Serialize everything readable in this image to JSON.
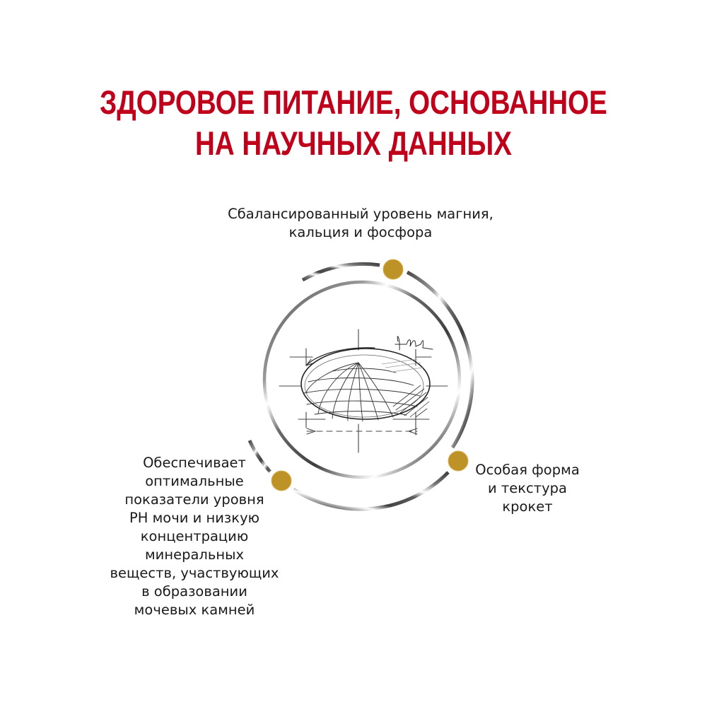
{
  "headline": {
    "lines": [
      "ЗДОРОВОЕ ПИТАНИЕ, ОСНОВАННОЕ",
      "НА НАУЧНЫХ ДАННЫХ"
    ],
    "color": "#c0001a"
  },
  "diagram": {
    "center_illustration": "kibble-sketch-icon",
    "accent_dot_color": "#bd9227",
    "ring_color": "#555555"
  },
  "features": {
    "top": {
      "lines": [
        "Сбалансированный уровень магния,",
        "кальция и фосфора"
      ]
    },
    "right": {
      "lines": [
        "Особая форма",
        "и текстура",
        "крокет"
      ]
    },
    "left": {
      "lines": [
        "Обеспечивает",
        "оптимальные",
        "показатели уровня",
        "PH мочи и низкую",
        "концентрацию",
        "минеральных",
        "веществ, участвующих",
        "в образовании",
        "мочевых камней"
      ]
    }
  }
}
